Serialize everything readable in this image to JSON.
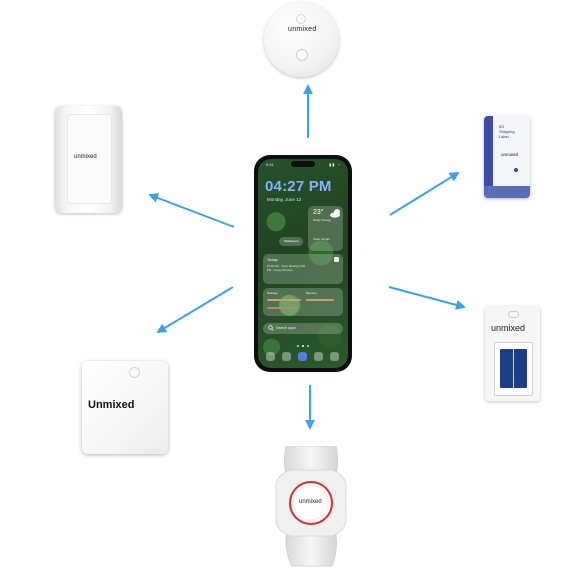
{
  "hub": {
    "status_time": "9:41",
    "status_icons": "▮▮ ◔",
    "clock": "04:27 PM",
    "date": "Monday, June 12",
    "weather_temp": "23°",
    "weather_condition": "Partly Cloudy",
    "weather_extra": "Clear tonight",
    "pill_label": "Wallpapers",
    "agenda_title": "Today",
    "agenda_lines": "10:00 AM · Team Meeting  2:30 PM · Design Review",
    "stat_left": "Storage",
    "stat_right": "Memory",
    "search_text": "Search apps"
  },
  "devices": {
    "round_tag_label": "unmixed",
    "wall_sensor_label": "unmixed",
    "shipping_label_lines": [
      "5G",
      "Shipping",
      "Label"
    ],
    "shipping_label_brand": "unmixed",
    "solar_tag_label": "unmixed",
    "card_label": "Unmixed",
    "wristband_label": "unmixed"
  },
  "colors": {
    "arrow": "#3aa3e2",
    "clock": "#7fb2ff",
    "wristband_ring": "#d22f2f"
  }
}
